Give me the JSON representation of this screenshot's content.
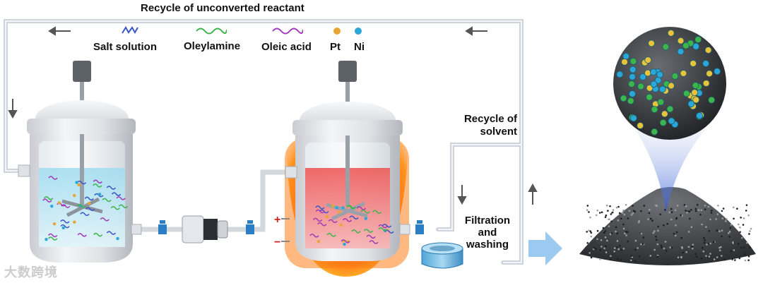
{
  "title": "Recycle of unconverted reactant",
  "legend": [
    {
      "label": "Salt solution",
      "icon": "blue-zigzag-icon",
      "color": "#3a55c8"
    },
    {
      "label": "Oleylamine",
      "icon": "green-wave-icon",
      "color": "#3cb54a"
    },
    {
      "label": "Oleic acid",
      "icon": "purple-wave-icon",
      "color": "#a23cb8"
    },
    {
      "label": "Pt",
      "icon": "gold-sphere-icon",
      "color": "#e8a531"
    },
    {
      "label": "Ni",
      "icon": "cyan-sphere-icon",
      "color": "#2aa6d8"
    }
  ],
  "labels": {
    "recycle_solvent": "Recycle of solvent",
    "filtration": "Filtration and washing",
    "plus": "+",
    "minus": "−"
  },
  "watermark": "大数跨境",
  "colors": {
    "pipe": "#dfe3ea",
    "arrow": "#555555",
    "heat": "#ff8a1c",
    "liquid_left": "#bfe6f3",
    "liquid_right": "#f07a7a",
    "big_arrow": "#9cc9f0"
  }
}
